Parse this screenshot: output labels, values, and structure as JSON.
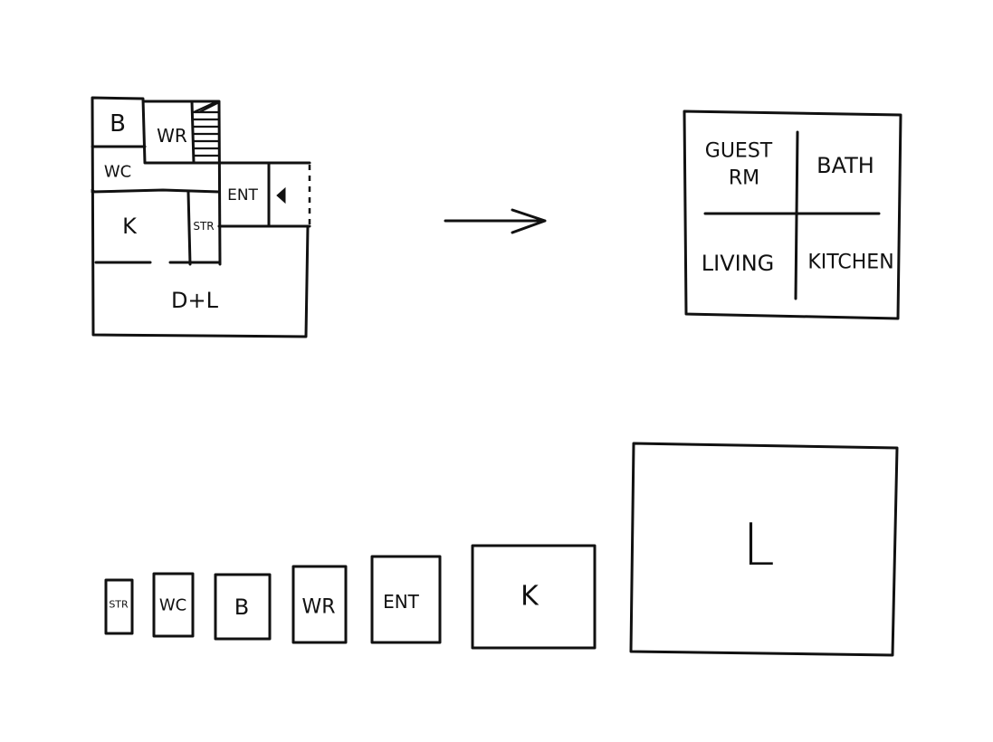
{
  "colors": {
    "ink": "#111111",
    "background": "#ffffff"
  },
  "floor_plan": {
    "rooms": {
      "b": "B",
      "wr": "WR",
      "wc": "WC",
      "k": "K",
      "str": "STR",
      "ent": "ENT",
      "dl": "D+L"
    },
    "door_marker_icon": "triangle-marker-icon",
    "stair_icon": "stair-hatch-icon"
  },
  "arrow_icon": "right-arrow-icon",
  "quadrant_diagram": {
    "guest_rm_line1": "GUEST",
    "guest_rm_line2": "RM",
    "bath": "BATH",
    "living": "LIVING",
    "kitchen": "KITCHEN"
  },
  "size_boxes": [
    "STR",
    "WC",
    "B",
    "WR",
    "ENT",
    "K",
    "L"
  ]
}
